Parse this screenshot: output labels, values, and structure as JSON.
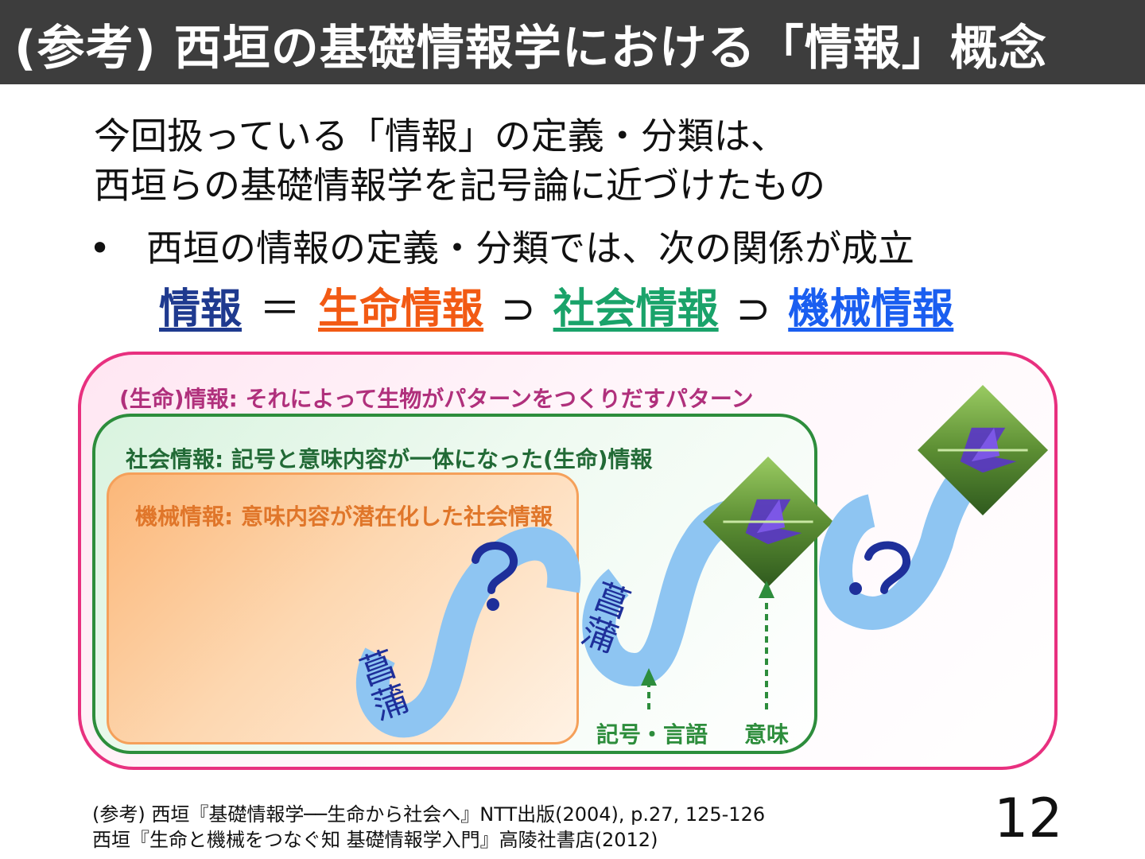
{
  "header": {
    "title": "(参考) 西垣の基礎情報学における「情報」概念"
  },
  "intro": {
    "line1": "今回扱っている「情報」の定義・分類は、",
    "line2": "西垣らの基礎情報学を記号論に近づけたもの"
  },
  "bullet": {
    "text": "西垣の情報の定義・分類では、次の関係が成立"
  },
  "equation": {
    "term1": "情報",
    "op1": "＝",
    "term2": "生命情報",
    "op2": "⊃",
    "term3": "社会情報",
    "op3": "⊃",
    "term4": "機械情報",
    "colors": {
      "info": "#1f3a8f",
      "life": "#f25a14",
      "social": "#1aa36a",
      "machine": "#1a5ef0"
    }
  },
  "diagram": {
    "life_label": "(生命)情報: それによって生物がパターンをつくりだすパターン",
    "social_label": "社会情報: 記号と意味内容が一体になった(生命)情報",
    "machine_label": "機械情報: 意味内容が潜在化した社会情報",
    "sign_label": "記号・言語",
    "meaning_label": "意味",
    "kanji_word": "菖蒲",
    "question_mark": "?",
    "icons": [
      "s-curve-icon",
      "iris-flower-icon",
      "question-mark-icon",
      "arrow-up-icon"
    ]
  },
  "footnote": {
    "line1": "(参考) 西垣『基礎情報学──生命から社会へ』NTT出版(2004), p.27, 125-126",
    "line2": "西垣『生命と機械をつなぐ知 基礎情報学入門』高陵社書店(2012)"
  },
  "page_number": "12"
}
